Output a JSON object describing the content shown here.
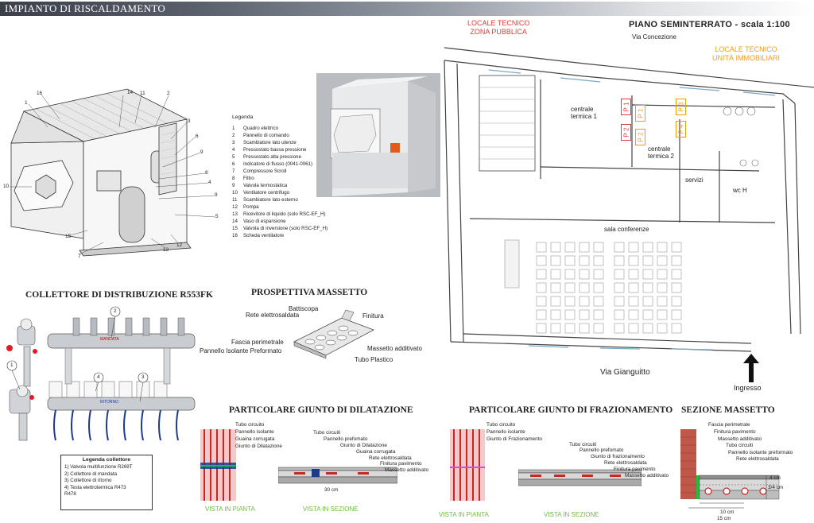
{
  "header": {
    "title": "IMPIANTO DI RISCALDAMENTO"
  },
  "unit_legend": {
    "title": "Legenda",
    "items": [
      {
        "n": "1",
        "label": "Quadro elettrico"
      },
      {
        "n": "2",
        "label": "Pannello di comando"
      },
      {
        "n": "3",
        "label": "Scambiatore lato utenze"
      },
      {
        "n": "4",
        "label": "Pressostato bassa pressione"
      },
      {
        "n": "5",
        "label": "Pressostato alta pressione"
      },
      {
        "n": "6",
        "label": "Indicatore di flusso (0041-0061)"
      },
      {
        "n": "7",
        "label": "Compressore Scroll"
      },
      {
        "n": "8",
        "label": "Filtro"
      },
      {
        "n": "9",
        "label": "Valvola termostatica"
      },
      {
        "n": "10",
        "label": "Ventilatore centrifugo"
      },
      {
        "n": "11",
        "label": "Scambiatore lato esterno"
      },
      {
        "n": "12",
        "label": "Pompa"
      },
      {
        "n": "13",
        "label": "Ricevitore di liquido (solo RSC-EF_H)"
      },
      {
        "n": "14",
        "label": "Vaso di espansione"
      },
      {
        "n": "15",
        "label": "Valvola di inversione (solo RSC-EF_H)"
      },
      {
        "n": "16",
        "label": "Scheda ventilatore"
      }
    ]
  },
  "unit_numbers": [
    "1",
    "16",
    "14",
    "11",
    "2",
    "3",
    "6",
    "9",
    "8",
    "4",
    "9",
    "5",
    "12",
    "13",
    "7",
    "15",
    "10"
  ],
  "plan": {
    "title": "PIANO SEMINTERRATO - scala 1:100",
    "locale_tecnico_pubblica": [
      "LOCALE TECNICO",
      "ZONA PUBBLICA"
    ],
    "locale_tecnico_immobiliari": [
      "LOCALE TECNICO",
      "UNITÀ IMMOBILIARI"
    ],
    "street_top": "Via Concezione",
    "street_bottom": "Via Gianguitto",
    "centrale_1": [
      "centrale",
      "termica 1"
    ],
    "centrale_2": [
      "centrale",
      "termica 2"
    ],
    "servizi": "servizi",
    "wc": "wc H",
    "sala": "sala conferenze",
    "ingresso": "Ingresso",
    "p_boxes": [
      "P 1",
      "P 2",
      "P 1",
      "P 2",
      "P 3",
      "P 4"
    ]
  },
  "collettore": {
    "title": "COLLETTORE DI DISTRIBUZIONE R553FK",
    "mandata_text": "MANDATA",
    "ritorno_text": "RITORNO",
    "callouts": [
      "1",
      "2",
      "3",
      "4"
    ],
    "legend_title": "Legenda collettore",
    "legend_items": [
      "1) Valvola multifunzione R269T",
      "2) Collettore di mandata",
      "3) Collettore di ritorno",
      "4) Testa elettrotermica R473",
      "R478"
    ]
  },
  "massetto_prospettiva": {
    "title": "PROSPETTIVA MASSETTO",
    "labels": {
      "battiscopa": "Battiscopa",
      "rete": "Rete elettrosaldata",
      "finitura": "Finitura",
      "fascia": "Fascia perimetrale",
      "pannello": "Pannello Isolante Preformato",
      "massetto": "Massetto additivato",
      "tubo": "Tubo Plastico"
    }
  },
  "giunto_dilatazione": {
    "title": "PARTICOLARE  GIUNTO DI DILATAZIONE",
    "plan_labels": [
      "Tubo circuito",
      "Pannello isolante",
      "Guaina corrugata",
      "Giunto di Dilatazione"
    ],
    "section_labels": [
      "Tubo circuiti",
      "Pannello prefomato",
      "Giunto di Dilatazione",
      "Guaina corrugata",
      "Rete elettrosaldata",
      "Finitura pavimento",
      "Massetto additivato"
    ],
    "dim": "30 cm",
    "vista_pianta": "VISTA IN PIANTA",
    "vista_sezione": "VISTA IN SEZIONE"
  },
  "giunto_frazionamento": {
    "title": "PARTICOLARE  GIUNTO DI FRAZIONAMENTO",
    "plan_labels": [
      "Tubo circuito",
      "Pannello isolante",
      "Giunto di Frazionamento"
    ],
    "section_labels": [
      "Tubo circuiti",
      "Pannello prefomato",
      "Giunto di frazionamento",
      "Rete elettrosaldata",
      "Finitura pavimento",
      "Massetto additivato"
    ],
    "vista_pianta": "VISTA IN PIANTA",
    "vista_sezione": "VISTA IN SEZIONE"
  },
  "sezione_massetto": {
    "title": "SEZIONE MASSETTO",
    "labels": [
      "Fascia perimetrale",
      "Finitura pavimento",
      "Massetto additivato",
      "Tubo circuiti",
      "Pannello isolante preformato",
      "Rete elettrosaldata"
    ],
    "dims": [
      "4 cm",
      "3/4 cm",
      "10 cm",
      "15 cm"
    ]
  }
}
